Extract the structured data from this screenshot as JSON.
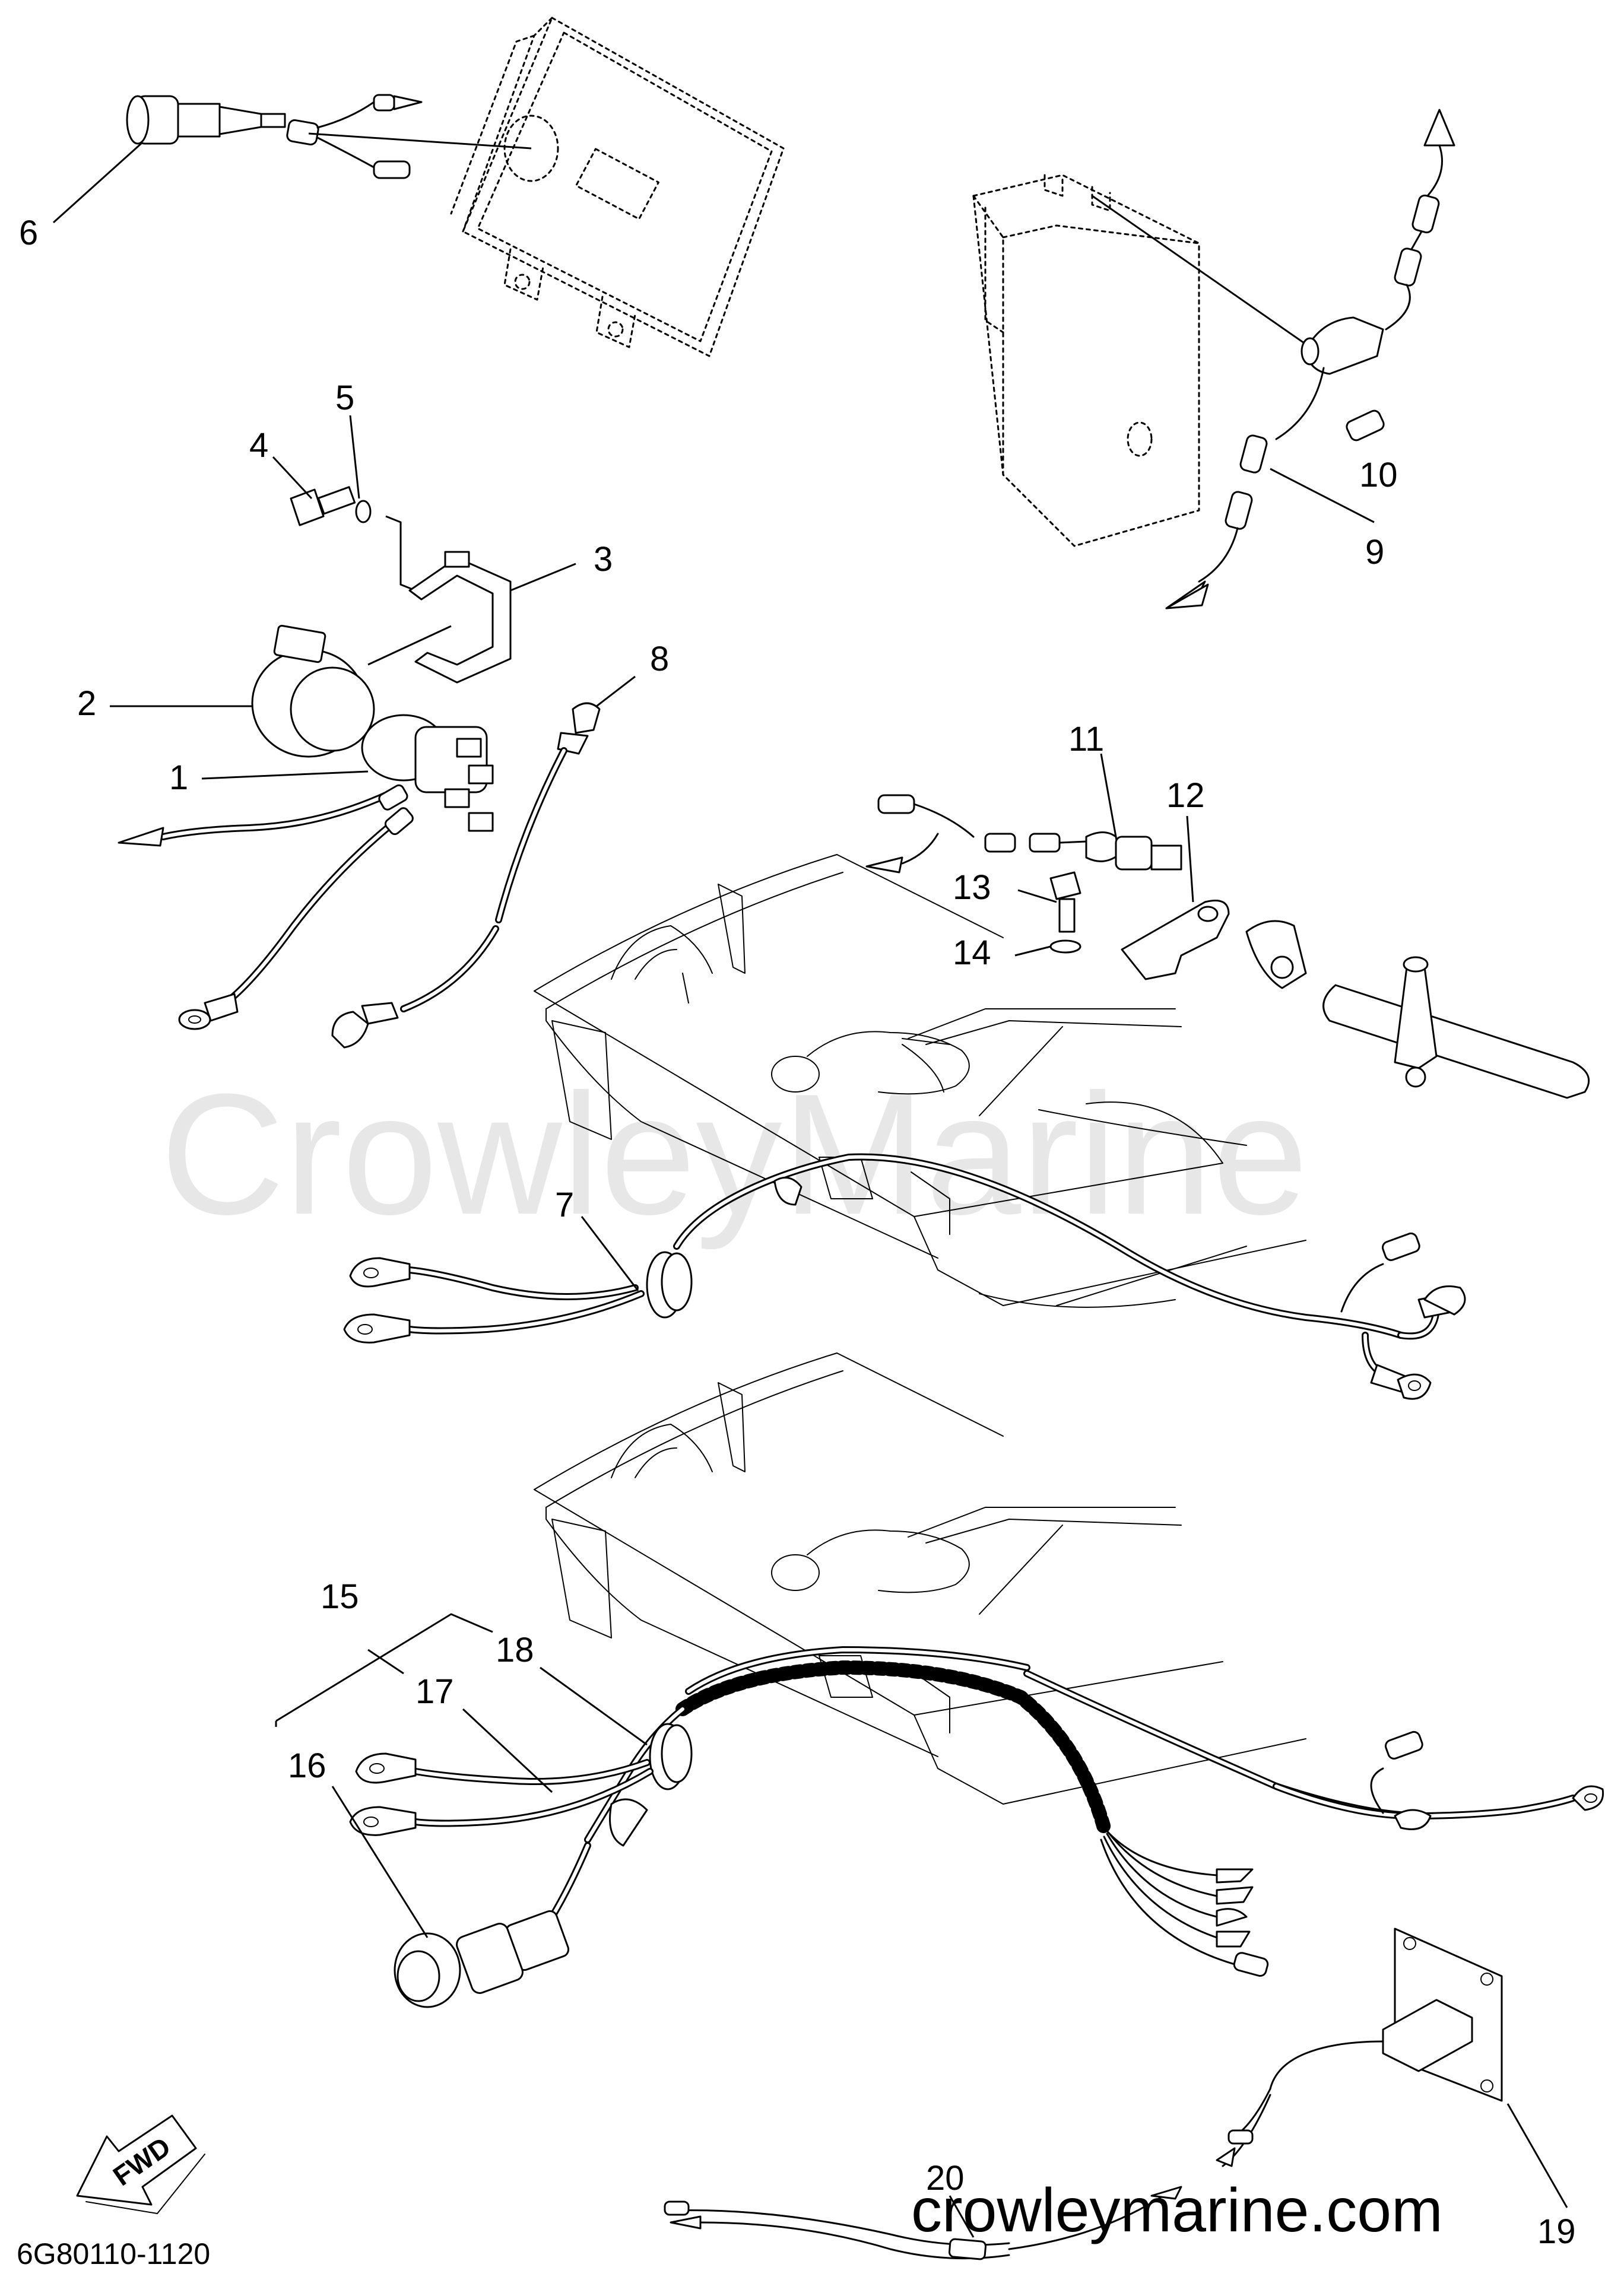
{
  "diagram": {
    "watermark": "CrowleyMarine",
    "website": "crowleymarine.com",
    "part_code": "6G80110-1120",
    "fwd_label": "FWD",
    "callouts": {
      "n1": "1",
      "n2": "2",
      "n3": "3",
      "n4": "4",
      "n5": "5",
      "n6": "6",
      "n7": "7",
      "n8": "8",
      "n9": "9",
      "n10": "10",
      "n11": "11",
      "n12": "12",
      "n13": "13",
      "n14": "14",
      "n15": "15",
      "n16": "16",
      "n17": "17",
      "n18": "18",
      "n19": "19",
      "n20": "20"
    }
  }
}
